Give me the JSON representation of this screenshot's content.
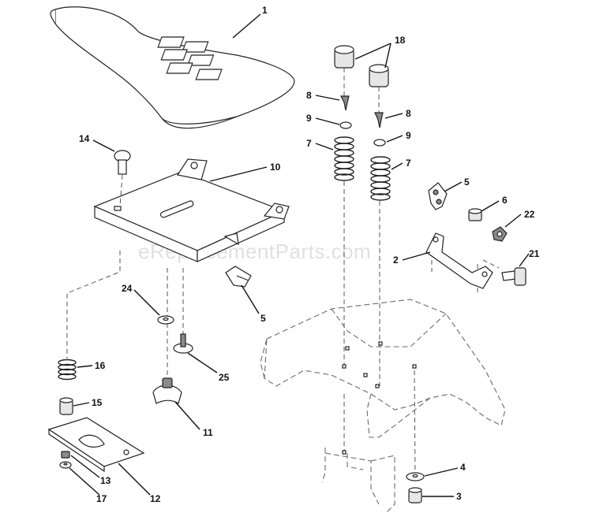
{
  "watermark": "eReplacementParts.com",
  "callouts": {
    "c1": "1",
    "c18": "18",
    "c8a": "8",
    "c8b": "8",
    "c9a": "9",
    "c9b": "9",
    "c7a": "7",
    "c7b": "7",
    "c14": "14",
    "c10": "10",
    "c5a": "5",
    "c6": "6",
    "c22": "22",
    "c2": "2",
    "c21": "21",
    "c24": "24",
    "c5b": "5",
    "c25": "25",
    "c16": "16",
    "c15": "15",
    "c11": "11",
    "c13": "13",
    "c17": "17",
    "c12": "12",
    "c4": "4",
    "c3": "3"
  }
}
